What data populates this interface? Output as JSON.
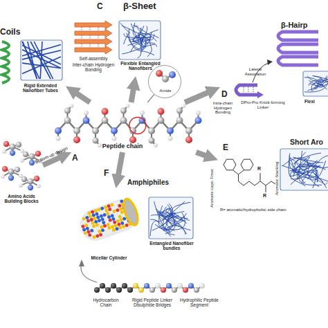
{
  "diagram": {
    "nodes": [
      {
        "text": [
          "Flexible Entangled Nanofibers"
        ]
      },
      {
        "text": [
          "Coils",
          "Rigid Extended Nanofiber Tubes"
        ]
      },
      {
        "text": [
          "Amide"
        ]
      },
      {
        "text": [
          "Peptide chain"
        ]
      },
      {
        "text": [
          "β-Hairp",
          "Flexi"
        ]
      },
      {
        "text": [
          "Amino Acids Building Blocks"
        ]
      },
      {
        "text": [
          "Short Aro"
        ]
      },
      {
        "text": [
          "Micellar Cylinder"
        ]
      },
      {
        "text": [
          "Entangled Nanofiber bundles"
        ]
      }
    ],
    "edges": [
      {
        "from": 3,
        "to": 1,
        "arrow": "to"
      },
      {
        "from": 3,
        "to": 0,
        "arrow": "to"
      },
      {
        "from": 3,
        "to": 4,
        "arrow": "to"
      },
      {
        "from": 5,
        "to": 3,
        "label": "Bottom-up design",
        "arrow": "to"
      },
      {
        "from": 3,
        "to": 6,
        "arrow": "to"
      },
      {
        "from": 3,
        "to": 7,
        "arrow": "to"
      },
      {
        "from": 2,
        "to": 3,
        "arrow": "none"
      }
    ],
    "labels": [
      "A",
      "C",
      "D",
      "E",
      "F",
      "β-Sheet",
      "Amphiphiles",
      "Self-assembly",
      "Inter-chain Hydrogen Bonding",
      "Intra-chain Hydrogen Bonding",
      "Lateral Association",
      "DPro-Pro Knick-forming Linker",
      "Aromatic caps: Fmoc",
      "R= aromatic/hydrophobic side chain",
      "R",
      "R",
      "Aromatic Stacking",
      "Hydrocarbon Chain",
      "Rigid Peptide Linker Disulphide Bridges",
      "Hydrophilic Peptide Segment"
    ]
  }
}
